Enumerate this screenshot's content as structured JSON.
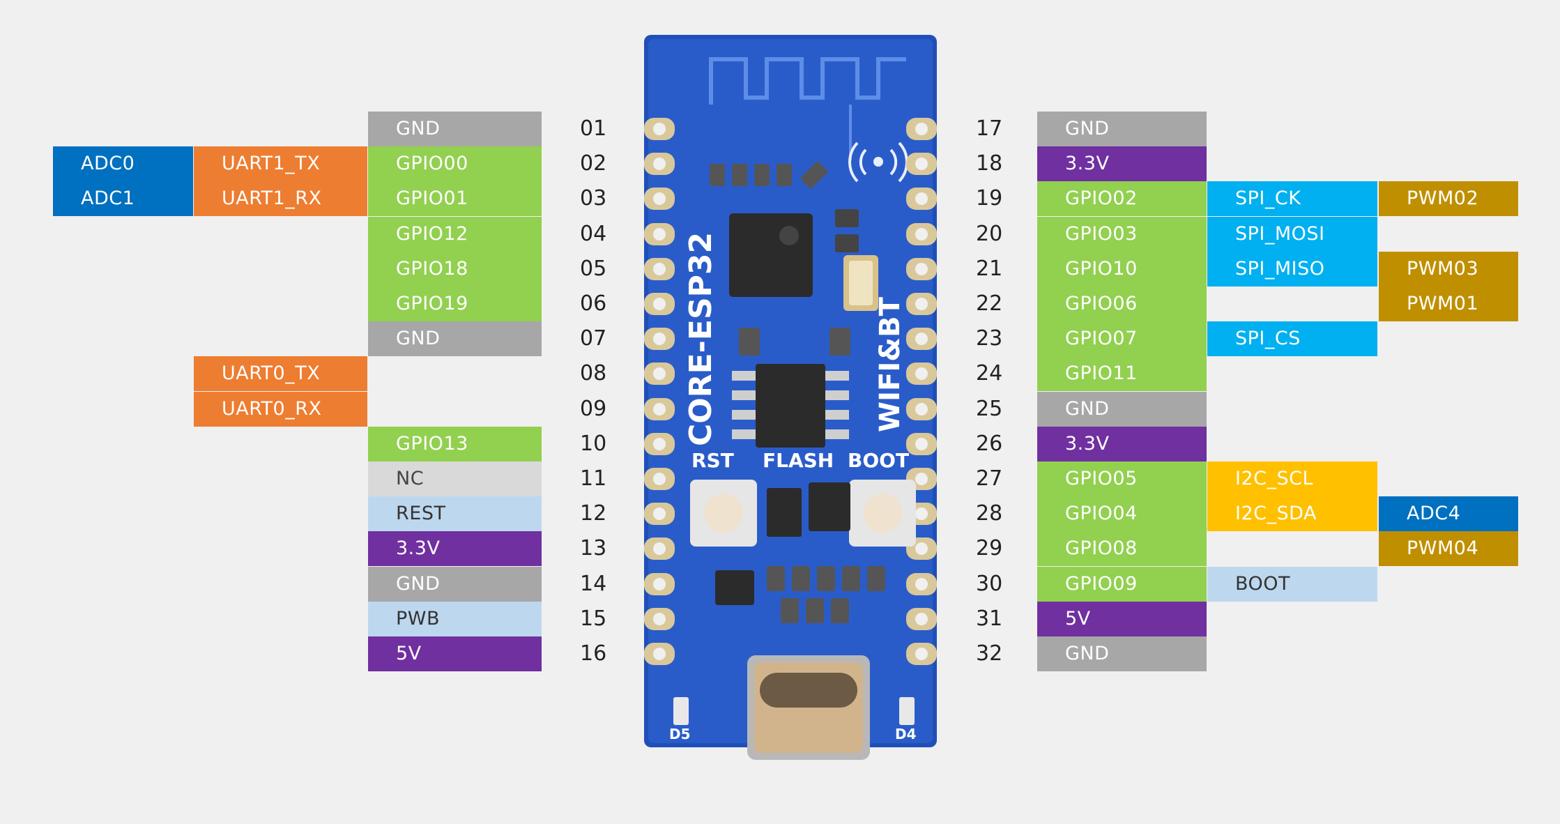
{
  "colors": {
    "gnd": "#a7a7a7",
    "gpio": "#92d050",
    "power": "#7030a0",
    "nc": "#d9d9d9",
    "system": "#bdd7ee",
    "uart": "#ed7d31",
    "adc": "#0070c0",
    "spi": "#00b0f0",
    "i2c": "#ffc000",
    "pwm": "#bf8f00",
    "board": "#1f4fb8"
  },
  "left_pins": [
    {
      "num": "01",
      "name": "GND"
    },
    {
      "num": "02",
      "name": "GPIO00",
      "uart": "UART1_TX",
      "adc": "ADC0"
    },
    {
      "num": "03",
      "name": "GPIO01",
      "uart": "UART1_RX",
      "adc": "ADC1"
    },
    {
      "num": "04",
      "name": "GPIO12"
    },
    {
      "num": "05",
      "name": "GPIO18"
    },
    {
      "num": "06",
      "name": "GPIO19"
    },
    {
      "num": "07",
      "name": "GND"
    },
    {
      "num": "08",
      "uart": "UART0_TX"
    },
    {
      "num": "09",
      "uart": "UART0_RX"
    },
    {
      "num": "10",
      "name": "GPIO13"
    },
    {
      "num": "11",
      "name": "NC"
    },
    {
      "num": "12",
      "name": "REST"
    },
    {
      "num": "13",
      "name": "3.3V"
    },
    {
      "num": "14",
      "name": "GND"
    },
    {
      "num": "15",
      "name": "PWB"
    },
    {
      "num": "16",
      "name": "5V"
    }
  ],
  "right_pins": [
    {
      "num": "17",
      "name": "GND"
    },
    {
      "num": "18",
      "name": "3.3V"
    },
    {
      "num": "19",
      "name": "GPIO02",
      "func": "SPI_CK",
      "extra": "PWM02"
    },
    {
      "num": "20",
      "name": "GPIO03",
      "func": "SPI_MOSI"
    },
    {
      "num": "21",
      "name": "GPIO10",
      "func": "SPI_MISO",
      "extra": "PWM03"
    },
    {
      "num": "22",
      "name": "GPIO06",
      "extra": "PWM01"
    },
    {
      "num": "23",
      "name": "GPIO07",
      "func": "SPI_CS"
    },
    {
      "num": "24",
      "name": "GPIO11"
    },
    {
      "num": "25",
      "name": "GND"
    },
    {
      "num": "26",
      "name": "3.3V"
    },
    {
      "num": "27",
      "name": "GPIO05",
      "func": "I2C_SCL"
    },
    {
      "num": "28",
      "name": "GPIO04",
      "func": "I2C_SDA",
      "extra": "ADC4"
    },
    {
      "num": "29",
      "name": "GPIO08",
      "extra": "PWM04"
    },
    {
      "num": "30",
      "name": "GPIO09",
      "func": "BOOT"
    },
    {
      "num": "31",
      "name": "5V"
    },
    {
      "num": "32",
      "name": "GND"
    }
  ],
  "board": {
    "silk_main": "CORE-ESP32",
    "silk_wireless": "WIFI&BT",
    "btn_rst": "RST",
    "btn_flash": "FLASH",
    "btn_boot": "BOOT",
    "led_left": "D5",
    "led_right": "D4"
  }
}
